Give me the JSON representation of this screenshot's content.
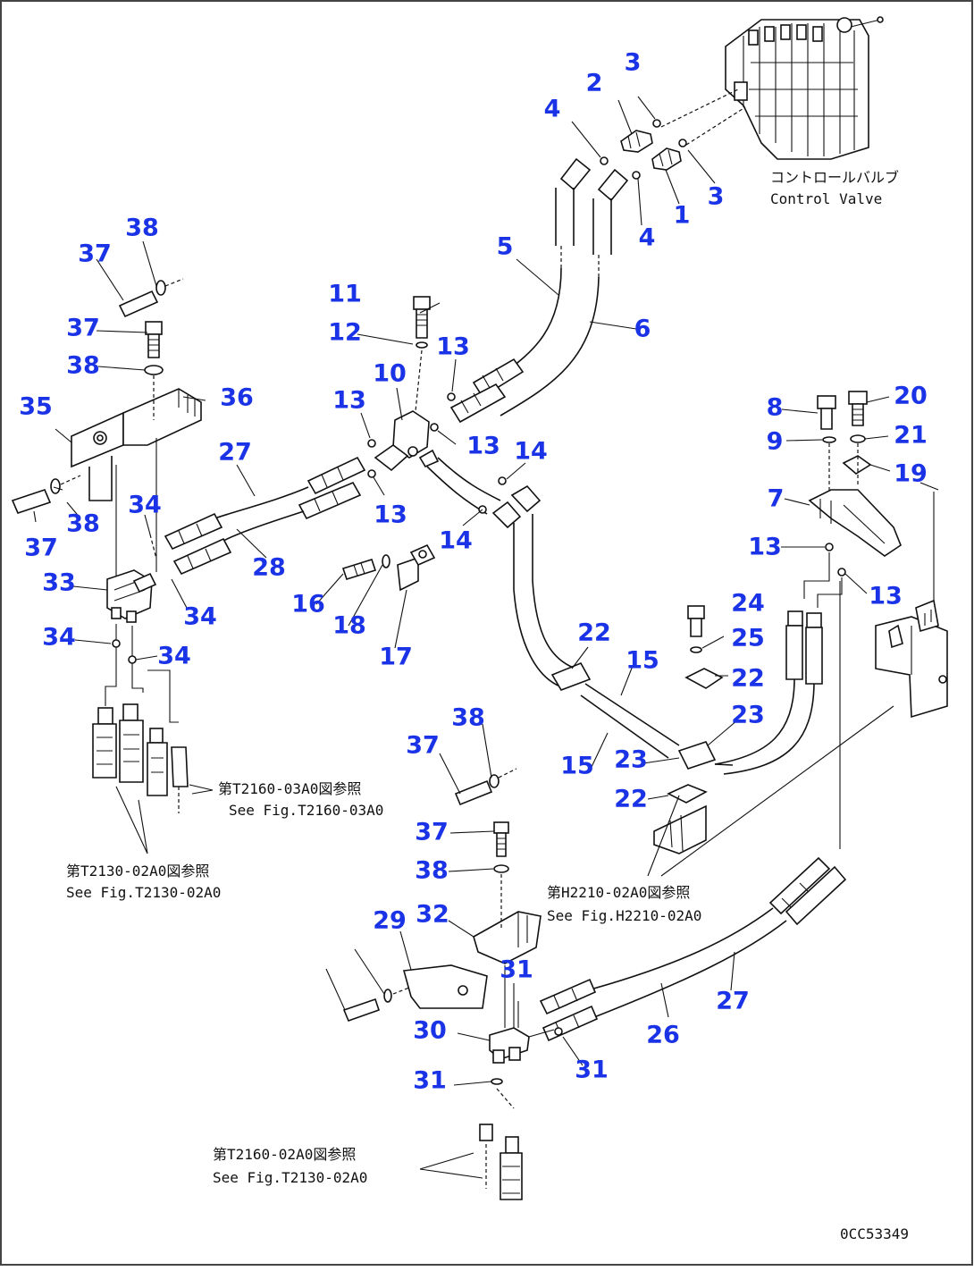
{
  "callouts": [
    {
      "id": "c1",
      "label": "1"
    },
    {
      "id": "c2",
      "label": "2"
    },
    {
      "id": "c3a",
      "label": "3"
    },
    {
      "id": "c3b",
      "label": "3"
    },
    {
      "id": "c4a",
      "label": "4"
    },
    {
      "id": "c4b",
      "label": "4"
    },
    {
      "id": "c5",
      "label": "5"
    },
    {
      "id": "c6",
      "label": "6"
    },
    {
      "id": "c7",
      "label": "7"
    },
    {
      "id": "c8",
      "label": "8"
    },
    {
      "id": "c9",
      "label": "9"
    },
    {
      "id": "c10",
      "label": "10"
    },
    {
      "id": "c11",
      "label": "11"
    },
    {
      "id": "c12",
      "label": "12"
    },
    {
      "id": "c13a",
      "label": "13"
    },
    {
      "id": "c13b",
      "label": "13"
    },
    {
      "id": "c13c",
      "label": "13"
    },
    {
      "id": "c13d",
      "label": "13"
    },
    {
      "id": "c13e",
      "label": "13"
    },
    {
      "id": "c13f",
      "label": "13"
    },
    {
      "id": "c14a",
      "label": "14"
    },
    {
      "id": "c14b",
      "label": "14"
    },
    {
      "id": "c15a",
      "label": "15"
    },
    {
      "id": "c15b",
      "label": "15"
    },
    {
      "id": "c16",
      "label": "16"
    },
    {
      "id": "c17",
      "label": "17"
    },
    {
      "id": "c18",
      "label": "18"
    },
    {
      "id": "c19",
      "label": "19"
    },
    {
      "id": "c20",
      "label": "20"
    },
    {
      "id": "c21",
      "label": "21"
    },
    {
      "id": "c22a",
      "label": "22"
    },
    {
      "id": "c22b",
      "label": "22"
    },
    {
      "id": "c22c",
      "label": "22"
    },
    {
      "id": "c23a",
      "label": "23"
    },
    {
      "id": "c23b",
      "label": "23"
    },
    {
      "id": "c24",
      "label": "24"
    },
    {
      "id": "c25",
      "label": "25"
    },
    {
      "id": "c26",
      "label": "26"
    },
    {
      "id": "c27a",
      "label": "27"
    },
    {
      "id": "c27b",
      "label": "27"
    },
    {
      "id": "c28",
      "label": "28"
    },
    {
      "id": "c29",
      "label": "29"
    },
    {
      "id": "c30",
      "label": "30"
    },
    {
      "id": "c31a",
      "label": "31"
    },
    {
      "id": "c31b",
      "label": "31"
    },
    {
      "id": "c31c",
      "label": "31"
    },
    {
      "id": "c32",
      "label": "32"
    },
    {
      "id": "c33",
      "label": "33"
    },
    {
      "id": "c34a",
      "label": "34"
    },
    {
      "id": "c34b",
      "label": "34"
    },
    {
      "id": "c34c",
      "label": "34"
    },
    {
      "id": "c34d",
      "label": "34"
    },
    {
      "id": "c35",
      "label": "35"
    },
    {
      "id": "c36",
      "label": "36"
    },
    {
      "id": "c37a",
      "label": "37"
    },
    {
      "id": "c37b",
      "label": "37"
    },
    {
      "id": "c37c",
      "label": "37"
    },
    {
      "id": "c37d",
      "label": "37"
    },
    {
      "id": "c37e",
      "label": "37"
    },
    {
      "id": "c38a",
      "label": "38"
    },
    {
      "id": "c38b",
      "label": "38"
    },
    {
      "id": "c38c",
      "label": "38"
    },
    {
      "id": "c38d",
      "label": "38"
    },
    {
      "id": "c38e",
      "label": "38"
    }
  ],
  "captions": {
    "control_valve_jp": "コントロールバルブ",
    "control_valve_en": "Control Valve",
    "ref1_jp": "第T2160-03A0図参照",
    "ref1_en": "See Fig.T2160-03A0",
    "ref2_jp": "第T2130-02A0図参照",
    "ref2_en": "See Fig.T2130-02A0",
    "ref3_jp": "第H2210-02A0図参照",
    "ref3_en": "See Fig.H2210-02A0",
    "ref4_jp": "第T2160-02A0図参照",
    "ref4_en": "See Fig.T2130-02A0",
    "drawing_code": "0CC53349"
  },
  "colors": {
    "callout": "#1a33e6",
    "line": "#111111",
    "frame": "#444444"
  }
}
